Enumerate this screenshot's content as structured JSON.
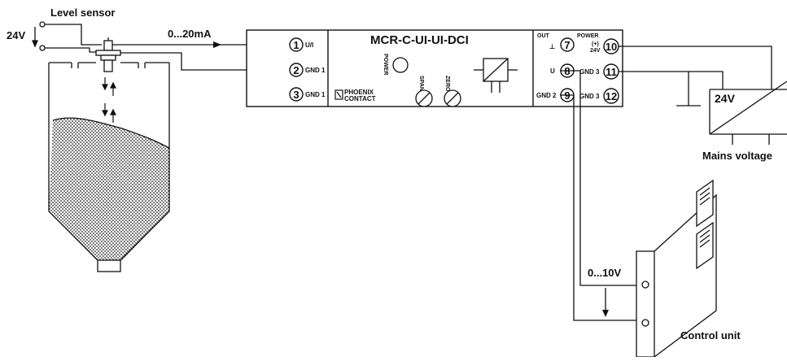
{
  "labels": {
    "level_sensor": "Level sensor",
    "supply_24v": "24V",
    "current_signal": "0...20mA",
    "module_title": "MCR-C-UI-UI-DCI",
    "power": "POWER",
    "span": "SPAN",
    "zero": "ZERO",
    "brand_line1": "PHOENIX",
    "brand_line2": "CONTACT",
    "psu_24v": "24V",
    "mains": "Mains voltage",
    "voltage_signal": "0...10V",
    "control_unit": "Control unit"
  },
  "terminals": {
    "t1": "1",
    "t1_label": "U/I",
    "t2": "2",
    "t2_label": "GND 1",
    "t3": "3",
    "t3_label": "GND 1",
    "t7": "7",
    "t7_label": "OUT",
    "t8": "8",
    "t8_label": "U",
    "t9": "9",
    "t9_label": "GND 2",
    "t10": "10",
    "t10_label_a": "POWER",
    "t10_label_b": "(+)",
    "t10_label_c": "24V",
    "t11": "11",
    "t11_label": "GND 3",
    "t12": "12",
    "t12_label": "GND 3"
  }
}
